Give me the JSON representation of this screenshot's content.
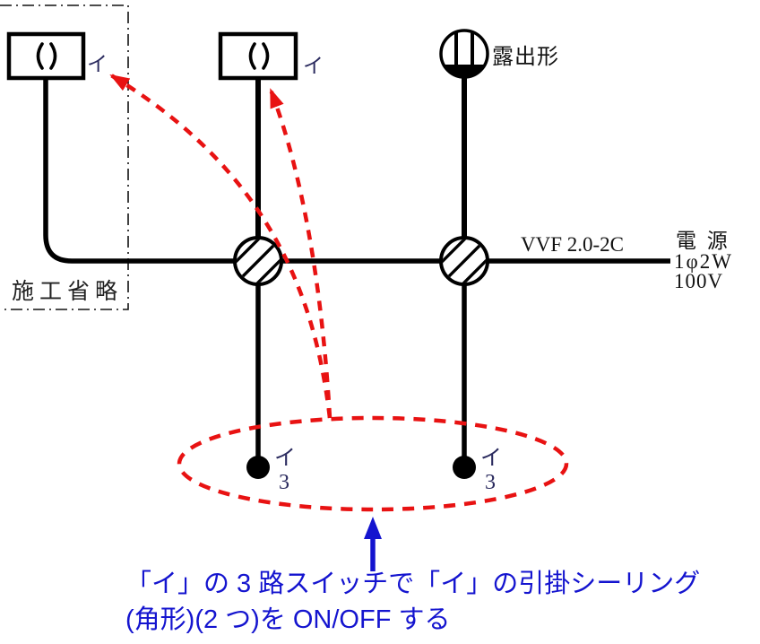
{
  "labels": {
    "omitted_region": "施工省略",
    "light_left": "イ",
    "light_middle": "イ",
    "rosette_type": "露出形",
    "cable": "VVF 2.0-2C",
    "power_title": "電 源",
    "power_phase": "1φ2W",
    "power_voltage": "100V",
    "switch_left": {
      "name": "イ",
      "ways": "3"
    },
    "switch_right": {
      "name": "イ",
      "ways": "3"
    }
  },
  "annotation": {
    "line1": "「イ」の 3 路スイッチで「イ」の引掛シーリング",
    "line2": "(角形)(2 つ)を ON/OFF する"
  },
  "colors": {
    "highlight_red": "#e81212",
    "annotation_blue": "#1414cf",
    "wire_black": "#000000",
    "label_navy": "#2a2a5e"
  },
  "symbols": [
    {
      "name": "ceiling-light-square-left",
      "meaning": "引掛シーリング(角形)"
    },
    {
      "name": "ceiling-light-square-middle",
      "meaning": "引掛シーリング(角形)"
    },
    {
      "name": "ceiling-rosette-round-exposed",
      "meaning": "露出形シーリング"
    },
    {
      "name": "junction-box-left",
      "meaning": "ジョイントボックス"
    },
    {
      "name": "junction-box-right",
      "meaning": "ジョイントボックス"
    },
    {
      "name": "three-way-switch-left",
      "meaning": "3路スイッチ"
    },
    {
      "name": "three-way-switch-right",
      "meaning": "3路スイッチ"
    }
  ]
}
